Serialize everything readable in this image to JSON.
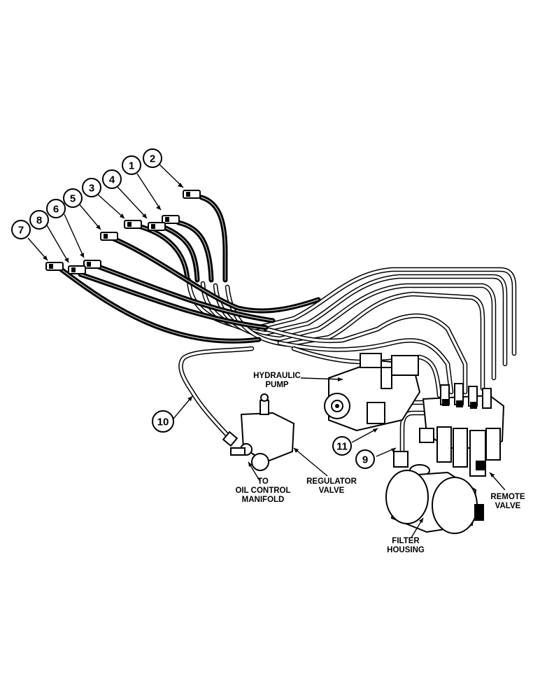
{
  "callouts": [
    {
      "id": "1",
      "label": "1"
    },
    {
      "id": "2",
      "label": "2"
    },
    {
      "id": "3",
      "label": "3"
    },
    {
      "id": "4",
      "label": "4"
    },
    {
      "id": "5",
      "label": "5"
    },
    {
      "id": "6",
      "label": "6"
    },
    {
      "id": "7",
      "label": "7"
    },
    {
      "id": "8",
      "label": "8"
    },
    {
      "id": "9",
      "label": "9"
    },
    {
      "id": "10",
      "label": "10"
    },
    {
      "id": "11",
      "label": "11"
    }
  ],
  "labels": {
    "hydraulic_pump": {
      "line1": "HYDRAULIC",
      "line2": "PUMP"
    },
    "oil_control": {
      "line1": "TO",
      "line2": "OIL CONTROL",
      "line3": "MANIFOLD"
    },
    "regulator": {
      "line1": "REGULATOR",
      "line2": "VALVE"
    },
    "remote": {
      "line1": "REMOTE",
      "line2": "VALVE"
    },
    "filter": {
      "line1": "FILTER",
      "line2": "HOUSING"
    }
  }
}
